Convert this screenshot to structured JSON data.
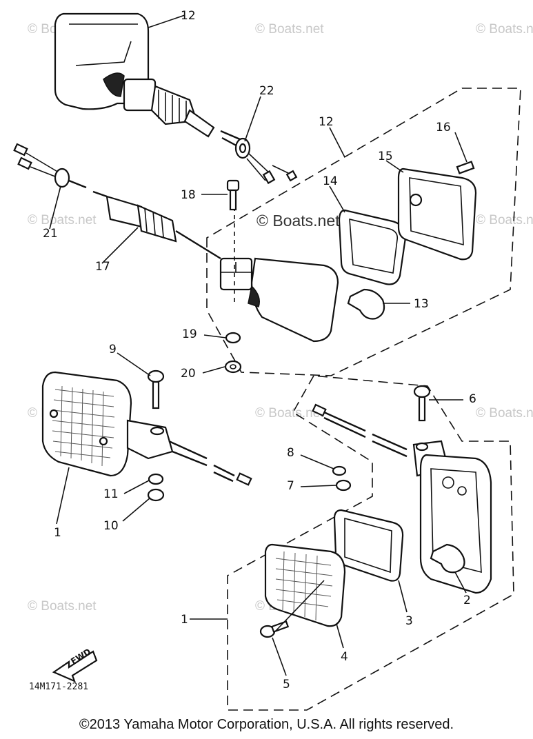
{
  "watermarks": [
    "© Boats.net",
    "© Boats.net",
    "© Boats.net",
    "© Boats.net",
    "© Boats.net",
    "© Boats.net",
    "© Boats.net",
    "© Boats.net",
    "© Boats.net",
    "© Boats.net",
    "© Boats.net"
  ],
  "callouts": [
    "12",
    "22",
    "12",
    "16",
    "15",
    "14",
    "18",
    "21",
    "17",
    "13",
    "19",
    "20",
    "9",
    "6",
    "1",
    "8",
    "7",
    "11",
    "10",
    "2",
    "1",
    "3",
    "4",
    "5"
  ],
  "fwd_label": "FWD",
  "part_code": "14M171-2281",
  "copyright": "©2013 Yamaha Motor Corporation, U.S.A. All rights reserved."
}
